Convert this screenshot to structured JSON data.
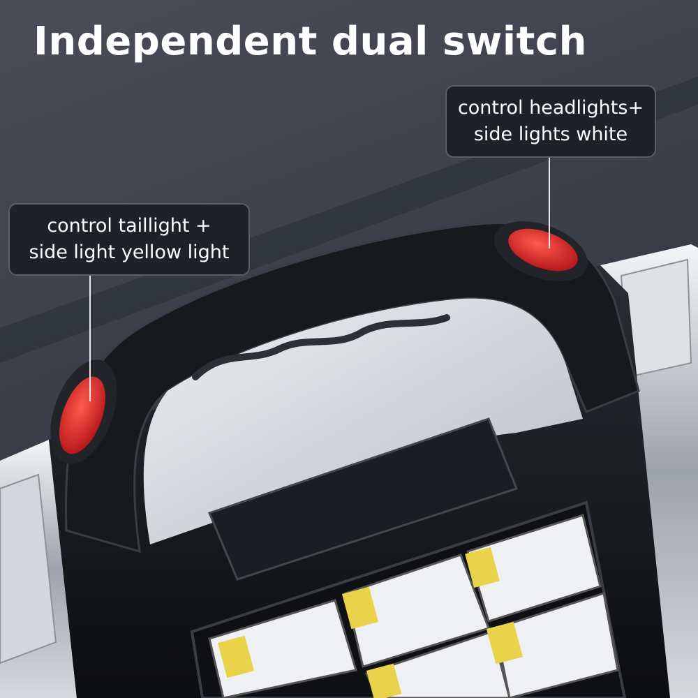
{
  "headline": "Independent dual switch",
  "callouts": {
    "headlights": {
      "line1": "control headlights+",
      "line2": "side lights white"
    },
    "taillight": {
      "line1": "control taillight +",
      "line2": "side light yellow light"
    }
  },
  "colors": {
    "background": "#3b3e49",
    "body": "#14161a",
    "switch_red": "#d8262b",
    "led_white": "#f2f4f6",
    "led_yellow": "#e9d34a"
  }
}
